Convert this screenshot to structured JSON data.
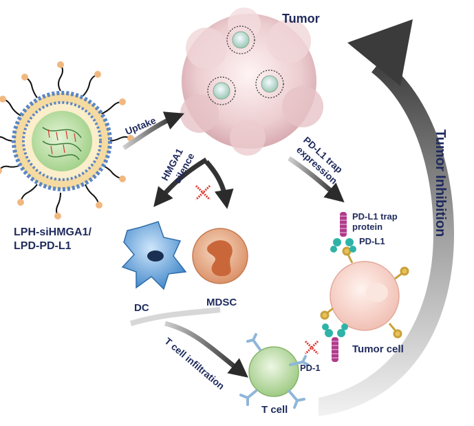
{
  "labels": {
    "tumor": "Tumor",
    "nanoparticle_line1": "LPH-siHMGA1/",
    "nanoparticle_line2": "LPD-PD-L1",
    "uptake": "Uptake",
    "hmga1_line1": "HMGA1",
    "hmga1_line2": "silence",
    "pdl1_trap_expr_line1": "PD-L1 trap",
    "pdl1_trap_expr_line2": "expression",
    "trap_protein_line1": "PD-L1 trap",
    "trap_protein_line2": "protein",
    "pd_l1": "PD-L1",
    "dc": "DC",
    "mdsc": "MDSC",
    "t_cell_infiltration": "T cell infiltration",
    "pd_1": "PD-1",
    "t_cell": "T cell",
    "tumor_cell": "Tumor cell",
    "tumor_inhibition": "Tumor Inhibition"
  },
  "colors": {
    "label_text": "#1f2a5c",
    "arrow": "#3a3a3a",
    "tumor_mass": "#e9c9cc",
    "nanoparticle_core": "#b8dca0",
    "lipid_shell": "#f2d79a",
    "dc_cell": "#6fa8dc",
    "mdsc_cell": "#e59a6c",
    "t_cell": "#a9d18e",
    "tumor_cell": "#f7d6cf",
    "pd1_receptor": "#8fb6d8",
    "trap_protein": "#b03a8c",
    "pdl1_ligand": "#2fb3a8",
    "inhibit_cross": "#d9342b"
  },
  "icons": [
    "nanoparticle-icon",
    "tumor-icon",
    "dc-cell-icon",
    "mdsc-cell-icon",
    "t-cell-icon",
    "tumor-cell-icon",
    "block-cross-icon"
  ]
}
